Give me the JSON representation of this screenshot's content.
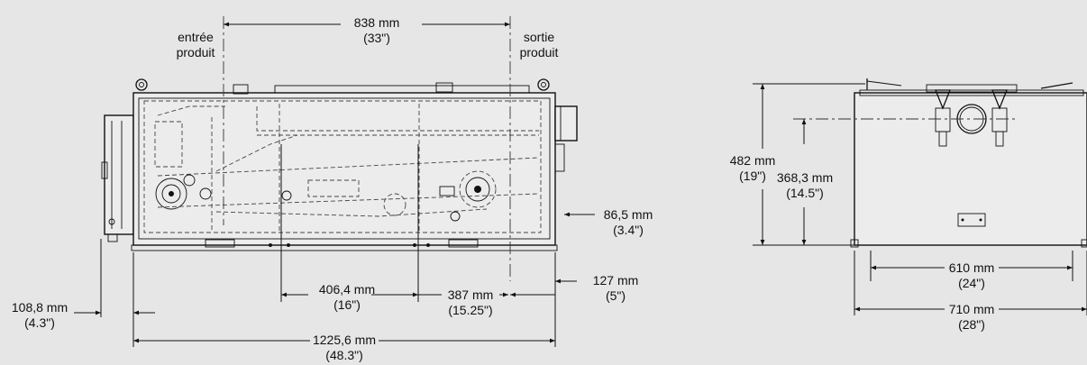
{
  "labels": {
    "inlet": [
      "entrée",
      "produit"
    ],
    "outlet": [
      "sortie",
      "produit"
    ]
  },
  "dimensions": {
    "top_span": {
      "metric": "838 mm",
      "imperial": "(33\")"
    },
    "pulley_spacing": {
      "metric": "406,4 mm",
      "imperial": "(16\")"
    },
    "outlet_offset": {
      "metric": "387 mm",
      "imperial": "(15.25\")"
    },
    "end_clearance": {
      "metric": "127 mm",
      "imperial": "(5\")"
    },
    "side_protrusion": {
      "metric": "86,5 mm",
      "imperial": "(3.4\")"
    },
    "left_overhang": {
      "metric": "108,8 mm",
      "imperial": "(4.3\")"
    },
    "overall_length": {
      "metric": "1225,6 mm",
      "imperial": "(48.3\")"
    },
    "overall_height": {
      "metric": "482 mm",
      "imperial": "(19\")"
    },
    "inlet_height": {
      "metric": "368,3 mm",
      "imperial": "(14.5\")"
    },
    "inner_width": {
      "metric": "610 mm",
      "imperial": "(24\")"
    },
    "overall_width": {
      "metric": "710 mm",
      "imperial": "(28\")"
    }
  }
}
